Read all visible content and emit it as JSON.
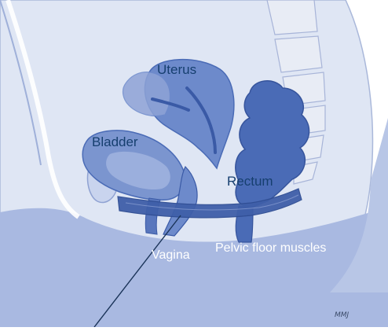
{
  "labels": {
    "uterus": "Uterus",
    "bladder": "Bladder",
    "rectum": "Rectum",
    "vagina": "Vagina",
    "pelvic_floor_muscles": "Pelvic floor muscles"
  },
  "signature": "MMJ",
  "colors": {
    "background": "#ffffff",
    "body_light": "#dfe6f4",
    "body_mid": "#b8c6e6",
    "body_deep": "#9eb0de",
    "organ_mid": "#6d8acb",
    "organ_dark": "#4a6bb6",
    "organ_darkest": "#3a5aa6",
    "spine": "#e8ecf5",
    "label_dark": "#163f6f",
    "label_light": "#ffffff",
    "pointer_line": "#1a3358"
  }
}
